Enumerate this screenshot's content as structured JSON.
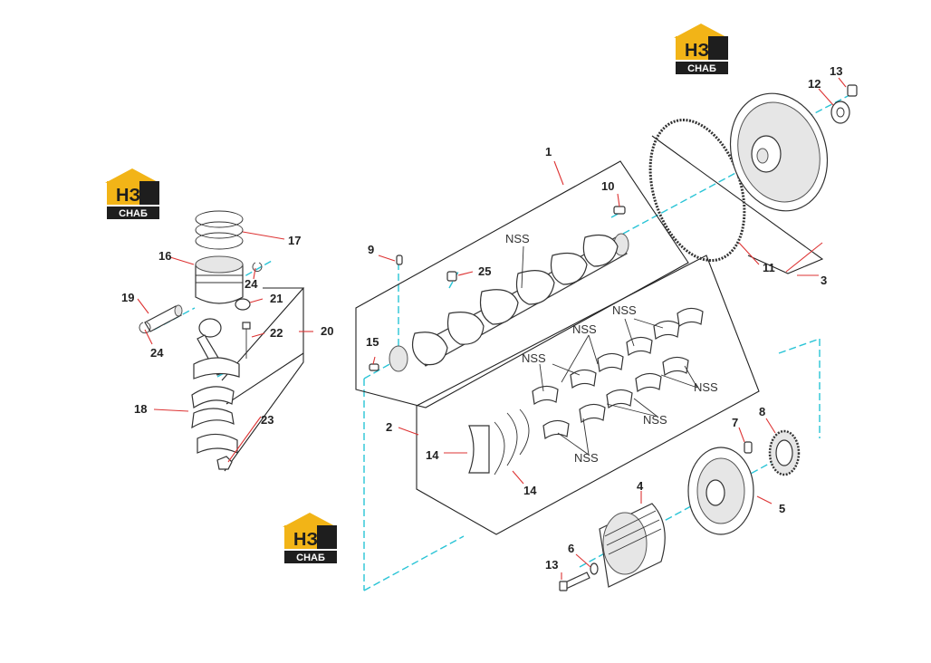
{
  "logo": {
    "mark": "НЗ",
    "word": "СНАБ"
  },
  "callouts": [
    "1",
    "2",
    "3",
    "4",
    "5",
    "6",
    "7",
    "8",
    "9",
    "10",
    "11",
    "12",
    "13",
    "13",
    "14",
    "14",
    "15",
    "16",
    "17",
    "18",
    "19",
    "20",
    "21",
    "22",
    "23",
    "24",
    "24",
    "25"
  ],
  "nss_label": "NSS",
  "colors": {
    "logo_yellow": "#f2b417",
    "logo_dark": "#1e1e1e",
    "axis": "#29c4d6",
    "leader": "#d33333"
  }
}
